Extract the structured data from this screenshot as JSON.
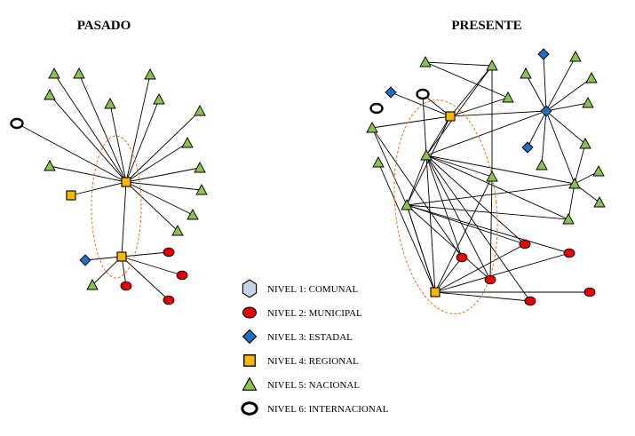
{
  "titles": {
    "past": "PASADO",
    "present": "PRESENTE"
  },
  "legend": [
    {
      "level": 1,
      "shape": "hexagon",
      "label": "NIVEL 1: COMUNAL"
    },
    {
      "level": 2,
      "shape": "ellipse",
      "label": "NIVEL 2: MUNICIPAL"
    },
    {
      "level": 3,
      "shape": "diamond",
      "label": "NIVEL 3: ESTADAL"
    },
    {
      "level": 4,
      "shape": "square",
      "label": "NIVEL 4: REGIONAL"
    },
    {
      "level": 5,
      "shape": "triangle",
      "label": "NIVEL 5: NACIONAL"
    },
    {
      "level": 6,
      "shape": "ring",
      "label": "NIVEL 6: INTERNACIONAL"
    }
  ],
  "colors": {
    "level1": "#c5d3e6",
    "level2": "#e50000",
    "level3": "#1f6fc6",
    "level4": "#f8b800",
    "level5": "#8cc152",
    "level6": "#ffffff",
    "highlight": "#ee7b2c",
    "edge": "#000000"
  }
}
